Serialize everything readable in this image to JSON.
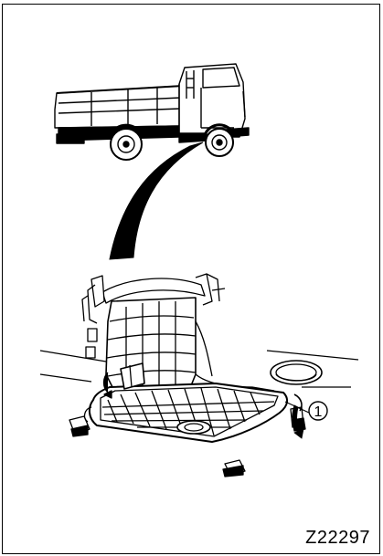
{
  "figure": {
    "code": "Z22297",
    "callout": "1"
  },
  "icons": {
    "truck": "truck-side-view",
    "pan": "transmission-oil-pan",
    "drip": "oil-drip-arrow"
  },
  "colors": {
    "line": "#000000",
    "background": "#ffffff"
  }
}
